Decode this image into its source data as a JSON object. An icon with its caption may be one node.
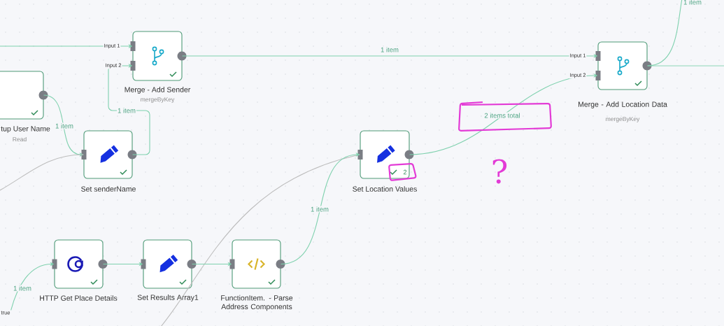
{
  "diagram": {
    "nodes": [
      {
        "text": [
          "tup User Name",
          "Read"
        ]
      },
      {
        "text": [
          "Merge - Add Sender",
          "mergeByKey"
        ]
      },
      {
        "text": [
          "Set senderName"
        ]
      },
      {
        "text": [
          "2",
          "Set Location Values"
        ]
      },
      {
        "text": [
          "Merge - Add Location Data",
          "mergeByKey"
        ]
      },
      {
        "text": [
          "HTTP Get Place Details"
        ]
      },
      {
        "text": [
          "Set Results Array1"
        ]
      },
      {
        "text": [
          "FunctionItem. - Parse Address Components"
        ]
      },
      {
        "text": [
          "true"
        ]
      }
    ],
    "edges": [
      {
        "from": null,
        "to": 1,
        "arrow": "to"
      },
      {
        "from": 0,
        "to": 2,
        "arrow": "to",
        "label": "1 item"
      },
      {
        "from": 2,
        "to": 1,
        "arrow": "to",
        "label": "1 item"
      },
      {
        "from": 1,
        "to": 4,
        "arrow": "to",
        "label": "1 item"
      },
      {
        "from": 3,
        "to": 4,
        "arrow": "to",
        "label": "2 items total"
      },
      {
        "from": null,
        "to": 2,
        "arrow": "none",
        "color": "#bdbdbd"
      },
      {
        "from": null,
        "to": 3,
        "arrow": "none",
        "color": "#bdbdbd"
      },
      {
        "from": 7,
        "to": 3,
        "arrow": "to",
        "label": "1 item"
      },
      {
        "from": 8,
        "to": 5,
        "arrow": "to",
        "label": "1 item"
      },
      {
        "from": 5,
        "to": 6,
        "arrow": "to"
      },
      {
        "from": 6,
        "to": 7,
        "arrow": "to"
      },
      {
        "from": 4,
        "to": null,
        "arrow": "none",
        "label": "1 item"
      },
      {
        "from": 4,
        "to": null,
        "arrow": "none"
      }
    ],
    "labels": [
      "Input 1",
      "Input 2",
      "Input 1",
      "Input 2",
      "?"
    ]
  }
}
